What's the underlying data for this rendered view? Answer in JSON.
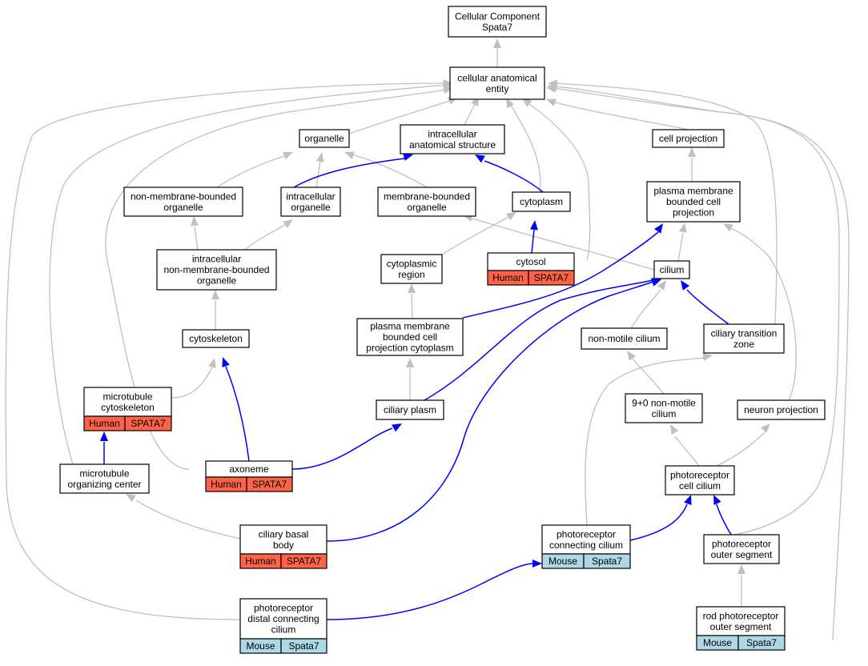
{
  "colors": {
    "human_badge": "#ff6347",
    "mouse_badge": "#add8e6",
    "gray_edge": "#c0c0c0",
    "blue_edge": "#0000ff"
  },
  "nodes": {
    "root": {
      "lines": [
        "Cellular Component",
        "Spata7"
      ]
    },
    "cae": {
      "lines": [
        "cellular anatomical",
        "entity"
      ]
    },
    "organelle": {
      "lines": [
        "organelle"
      ]
    },
    "ias": {
      "lines": [
        "intracellular",
        "anatomical structure"
      ]
    },
    "cellproj": {
      "lines": [
        "cell projection"
      ]
    },
    "nmbo": {
      "lines": [
        "non-membrane-bounded",
        "organelle"
      ]
    },
    "io": {
      "lines": [
        "intracellular",
        "organelle"
      ]
    },
    "mbo": {
      "lines": [
        "membrane-bounded",
        "organelle"
      ]
    },
    "cytoplasm": {
      "lines": [
        "cytoplasm"
      ]
    },
    "pmbcp": {
      "lines": [
        "plasma membrane",
        "bounded cell",
        "projection"
      ]
    },
    "inmbo": {
      "lines": [
        "intracellular",
        "non-membrane-bounded",
        "organelle"
      ]
    },
    "cytreg": {
      "lines": [
        "cytoplasmic",
        "region"
      ]
    },
    "cytosol": {
      "lines": [
        "cytosol"
      ],
      "badge": [
        "Human",
        "SPATA7"
      ]
    },
    "cilium": {
      "lines": [
        "cilium"
      ]
    },
    "cytoskeleton": {
      "lines": [
        "cytoskeleton"
      ]
    },
    "pmbcpc": {
      "lines": [
        "plasma membrane",
        "bounded cell",
        "projection cytoplasm"
      ]
    },
    "nonmotile": {
      "lines": [
        "non-motile cilium"
      ]
    },
    "ctz": {
      "lines": [
        "ciliary transition",
        "zone"
      ]
    },
    "mtcsk": {
      "lines": [
        "microtubule",
        "cytoskeleton"
      ],
      "badge": [
        "Human",
        "SPATA7"
      ]
    },
    "cilplasm": {
      "lines": [
        "ciliary plasm"
      ]
    },
    "ninezero": {
      "lines": [
        "9+0 non-motile",
        "cilium"
      ]
    },
    "neuronproj": {
      "lines": [
        "neuron projection"
      ]
    },
    "mtoc": {
      "lines": [
        "microtubule",
        "organizing center"
      ]
    },
    "axoneme": {
      "lines": [
        "axoneme"
      ],
      "badge": [
        "Human",
        "SPATA7"
      ]
    },
    "prcc": {
      "lines": [
        "photoreceptor",
        "cell cilium"
      ]
    },
    "cbb": {
      "lines": [
        "ciliary basal",
        "body"
      ],
      "badge": [
        "Human",
        "SPATA7"
      ]
    },
    "prconn": {
      "lines": [
        "photoreceptor",
        "connecting cilium"
      ],
      "badge": [
        "Mouse",
        "Spata7"
      ]
    },
    "pros": {
      "lines": [
        "photoreceptor",
        "outer segment"
      ]
    },
    "prdcc": {
      "lines": [
        "photoreceptor",
        "distal connecting",
        "cilium"
      ],
      "badge": [
        "Mouse",
        "Spata7"
      ]
    },
    "rpros": {
      "lines": [
        "rod photoreceptor",
        "outer segment"
      ],
      "badge": [
        "Mouse",
        "Spata7"
      ]
    }
  }
}
